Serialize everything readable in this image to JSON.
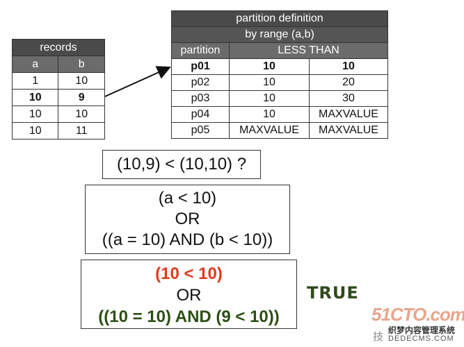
{
  "records": {
    "title": "records",
    "headers": [
      "a",
      "b"
    ],
    "rows": [
      [
        "1",
        "10"
      ],
      [
        "10",
        "9"
      ],
      [
        "10",
        "10"
      ],
      [
        "10",
        "11"
      ]
    ],
    "highlight_row_index": 1
  },
  "partition": {
    "title_line1": "partition definition",
    "title_line2": "by range (a,b)",
    "headers": [
      "partition",
      "LESS THAN"
    ],
    "rows": [
      [
        "p01",
        "10",
        "10"
      ],
      [
        "p02",
        "10",
        "20"
      ],
      [
        "p03",
        "10",
        "30"
      ],
      [
        "p04",
        "10",
        "MAXVALUE"
      ],
      [
        "p05",
        "MAXVALUE",
        "MAXVALUE"
      ]
    ],
    "highlight_row_index": 0
  },
  "question": "(10,9) < (10,10) ?",
  "expression": {
    "line1": "(a < 10)",
    "line2": "OR",
    "line3": "((a = 10) AND (b < 10))"
  },
  "evaluation": {
    "line1": "(10 < 10)",
    "line2": "OR",
    "line3": "((10 = 10) AND (9 < 10))"
  },
  "result": "TRUE",
  "watermark": {
    "site": "51CTO.com",
    "cn": "织梦内容管理系统",
    "url": "DEDECMS.COM",
    "prefix": "技"
  },
  "colors": {
    "header_bg": "#4a4a4a",
    "false_red": "#e03a1e",
    "true_green": "#2d4f14"
  }
}
